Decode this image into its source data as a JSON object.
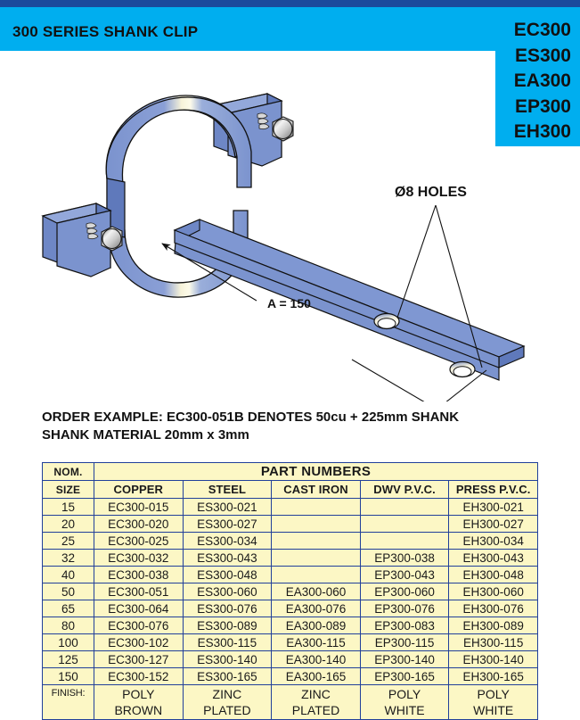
{
  "header": {
    "title": "300 SERIES SHANK CLIP",
    "bar_color": "#00aeef",
    "rule_color": "#1b4a9c",
    "product_codes": [
      "EC300",
      "ES300",
      "EA300",
      "EP300",
      "EH300"
    ]
  },
  "drawing": {
    "body_color": "#7b93ce",
    "annotations": {
      "holes": "Ø8 HOLES",
      "shank_length": "A = 150"
    }
  },
  "order": {
    "line1": "ORDER EXAMPLE:   EC300-051B DENOTES 50cu + 225mm SHANK",
    "line2": "SHANK MATERIAL 20mm x 3mm"
  },
  "table": {
    "background": "#fcf7c5",
    "border_color": "#21409a",
    "nom_head_line1": "NOM.",
    "nom_head_line2": "SIZE",
    "group_head": "PART NUMBERS",
    "columns": [
      "COPPER",
      "STEEL",
      "CAST IRON",
      "DWV P.V.C.",
      "PRESS P.V.C."
    ],
    "rows": [
      {
        "size": "15",
        "copper": "EC300-015",
        "steel": "ES300-021",
        "cast_iron": "",
        "dwv_pvc": "",
        "press_pvc": "EH300-021"
      },
      {
        "size": "20",
        "copper": "EC300-020",
        "steel": "ES300-027",
        "cast_iron": "",
        "dwv_pvc": "",
        "press_pvc": "EH300-027"
      },
      {
        "size": "25",
        "copper": "EC300-025",
        "steel": "ES300-034",
        "cast_iron": "",
        "dwv_pvc": "",
        "press_pvc": "EH300-034"
      },
      {
        "size": "32",
        "copper": "EC300-032",
        "steel": "ES300-043",
        "cast_iron": "",
        "dwv_pvc": "EP300-038",
        "press_pvc": "EH300-043"
      },
      {
        "size": "40",
        "copper": "EC300-038",
        "steel": "ES300-048",
        "cast_iron": "",
        "dwv_pvc": "EP300-043",
        "press_pvc": "EH300-048"
      },
      {
        "size": "50",
        "copper": "EC300-051",
        "steel": "ES300-060",
        "cast_iron": "EA300-060",
        "dwv_pvc": "EP300-060",
        "press_pvc": "EH300-060"
      },
      {
        "size": "65",
        "copper": "EC300-064",
        "steel": "ES300-076",
        "cast_iron": "EA300-076",
        "dwv_pvc": "EP300-076",
        "press_pvc": "EH300-076"
      },
      {
        "size": "80",
        "copper": "EC300-076",
        "steel": "ES300-089",
        "cast_iron": "EA300-089",
        "dwv_pvc": "EP300-083",
        "press_pvc": "EH300-089"
      },
      {
        "size": "100",
        "copper": "EC300-102",
        "steel": "ES300-115",
        "cast_iron": "EA300-115",
        "dwv_pvc": "EP300-115",
        "press_pvc": "EH300-115"
      },
      {
        "size": "125",
        "copper": "EC300-127",
        "steel": "ES300-140",
        "cast_iron": "EA300-140",
        "dwv_pvc": "EP300-140",
        "press_pvc": "EH300-140"
      },
      {
        "size": "150",
        "copper": "EC300-152",
        "steel": "ES300-165",
        "cast_iron": "EA300-165",
        "dwv_pvc": "EP300-165",
        "press_pvc": "EH300-165"
      }
    ],
    "finish": {
      "label": "FINISH:",
      "copper_l1": "POLY",
      "copper_l2": "BROWN",
      "steel_l1": "ZINC",
      "steel_l2": "PLATED",
      "cast_iron_l1": "ZINC",
      "cast_iron_l2": "PLATED",
      "dwv_l1": "POLY",
      "dwv_l2": "WHITE",
      "press_l1": "POLY",
      "press_l2": "WHITE"
    }
  }
}
